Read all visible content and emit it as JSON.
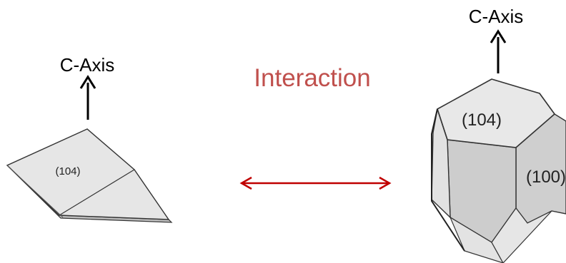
{
  "title": "Interaction",
  "left_crystal": {
    "axis_label": "C-Axis",
    "face_label": "(104)"
  },
  "right_crystal": {
    "axis_label": "C-Axis",
    "face_top_label": "(104)",
    "face_side_label": "(100)"
  },
  "colors": {
    "title": "#c0504d",
    "double_arrow": "#c00000",
    "face_fill": "#e6e6e6",
    "face_fill_dark": "#cfcfcf",
    "outline": "#333333",
    "axis_arrow": "#000000"
  }
}
